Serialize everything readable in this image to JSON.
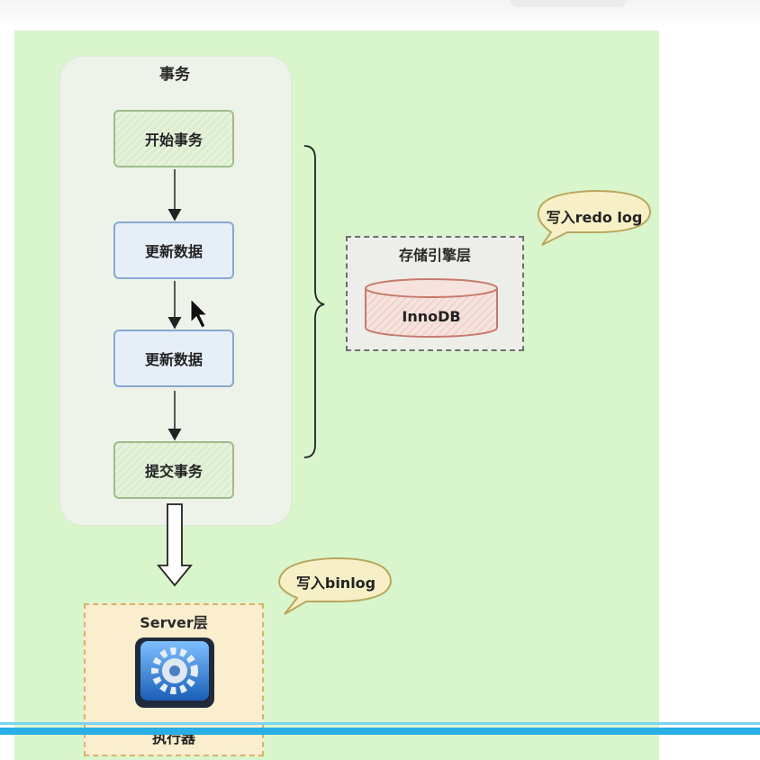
{
  "diagram": {
    "transaction_group": {
      "title": "事务"
    },
    "steps": [
      {
        "label": "开始事务"
      },
      {
        "label": "更新数据"
      },
      {
        "label": "更新数据"
      },
      {
        "label": "提交事务"
      }
    ],
    "storage_layer": {
      "title": "存储引擎层",
      "engine": "InnoDB"
    },
    "server_layer": {
      "title": "Server层",
      "component": "执行器"
    },
    "callouts": {
      "redo": "写入redo log",
      "binlog": "写入binlog"
    }
  },
  "colors": {
    "canvas": "#d8f5cc",
    "progress": "#2aaee6"
  }
}
